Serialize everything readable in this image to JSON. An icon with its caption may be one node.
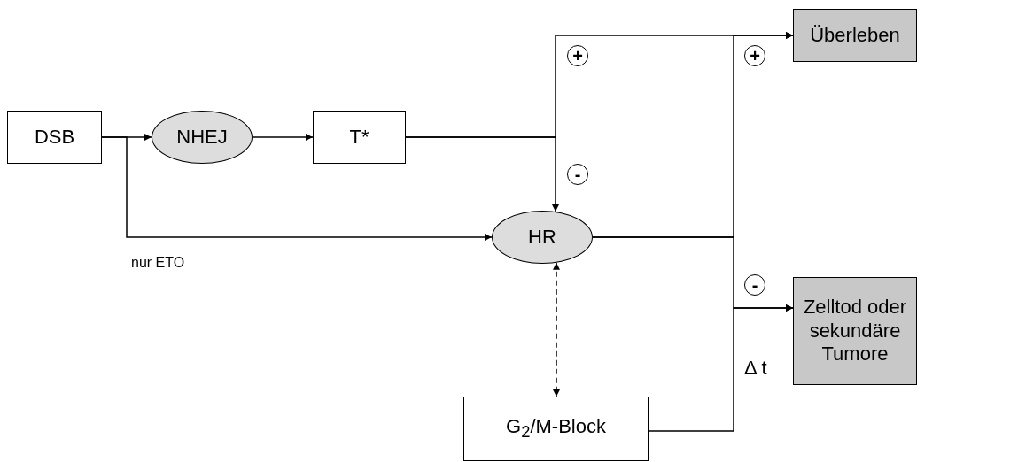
{
  "diagram": {
    "nodes": [
      {
        "text": [
          "DSB"
        ]
      },
      {
        "text": [
          "NHEJ"
        ]
      },
      {
        "text": [
          "T*"
        ]
      },
      {
        "text": [
          "Überleben"
        ]
      },
      {
        "text": [
          "HR"
        ]
      },
      {
        "text": [
          "Zelltod oder sekundäre Tumore"
        ]
      },
      {
        "text": [
          "G$_{2}$/M-Block"
        ]
      }
    ],
    "edges": [
      {
        "from": 0,
        "to": 1,
        "arrow": "to"
      },
      {
        "from": 1,
        "to": 2,
        "arrow": "to"
      },
      {
        "from": 0,
        "to": 4,
        "arrow": "to",
        "label": "nur ETO"
      },
      {
        "from": 2,
        "to": 3,
        "arrow": "to",
        "label": "+"
      },
      {
        "from": 2,
        "to": 4,
        "arrow": "to",
        "label": "-"
      },
      {
        "from": 4,
        "to": 3,
        "arrow": "to",
        "label": "+"
      },
      {
        "from": 4,
        "to": 5,
        "arrow": "to",
        "label": "-"
      },
      {
        "from": 6,
        "to": 5,
        "arrow": "to",
        "label": "Δ t"
      },
      {
        "from": 4,
        "to": 6,
        "arrow": "both",
        "style": "dashed"
      }
    ]
  }
}
